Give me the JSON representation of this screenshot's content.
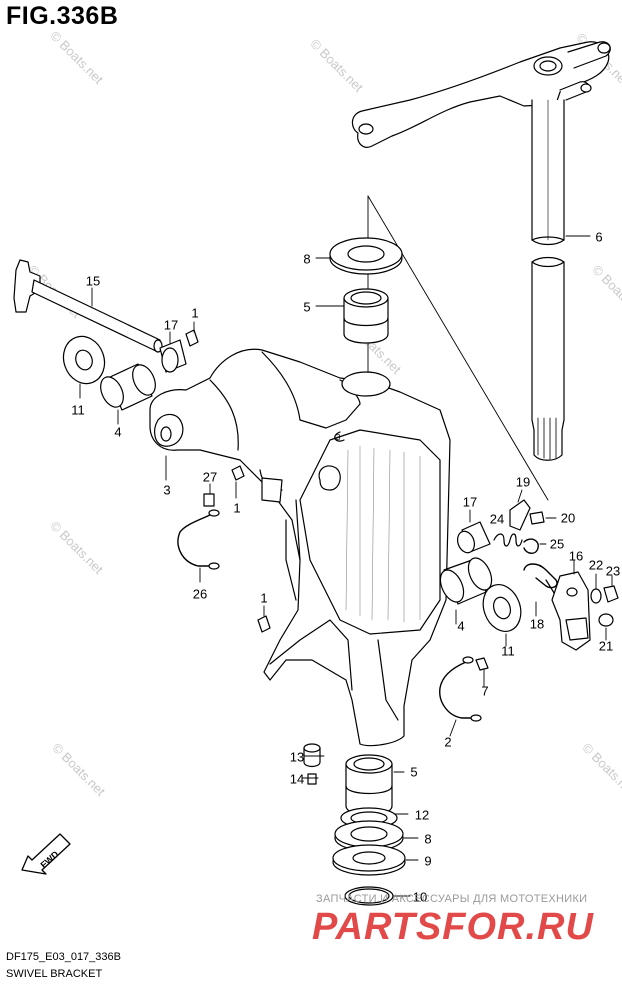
{
  "figure": {
    "title": "FIG.336B",
    "model_code": "DF175_E03_017_336B",
    "name": "SWIVEL BRACKET"
  },
  "watermark": {
    "text": "© Boats.net"
  },
  "shop_banner": {
    "subtitle": "ЗАПЧАСТИ И АКСЕССУАРЫ ДЛЯ МОТОТЕХНИКИ",
    "logo": "PARTSFOR.RU",
    "accent_color": "#e24a4a"
  },
  "fwd_badge": {
    "label": "FWD"
  },
  "callouts": [
    {
      "num": "1"
    },
    {
      "num": "1"
    },
    {
      "num": "1"
    },
    {
      "num": "2"
    },
    {
      "num": "3"
    },
    {
      "num": "4"
    },
    {
      "num": "4"
    },
    {
      "num": "5"
    },
    {
      "num": "5"
    },
    {
      "num": "6"
    },
    {
      "num": "7"
    },
    {
      "num": "8"
    },
    {
      "num": "8"
    },
    {
      "num": "9"
    },
    {
      "num": "10"
    },
    {
      "num": "11"
    },
    {
      "num": "11"
    },
    {
      "num": "12"
    },
    {
      "num": "13"
    },
    {
      "num": "14"
    },
    {
      "num": "15"
    },
    {
      "num": "16"
    },
    {
      "num": "17"
    },
    {
      "num": "17"
    },
    {
      "num": "18"
    },
    {
      "num": "19"
    },
    {
      "num": "20"
    },
    {
      "num": "21"
    },
    {
      "num": "22"
    },
    {
      "num": "23"
    },
    {
      "num": "24"
    },
    {
      "num": "25"
    },
    {
      "num": "26"
    },
    {
      "num": "27"
    }
  ]
}
